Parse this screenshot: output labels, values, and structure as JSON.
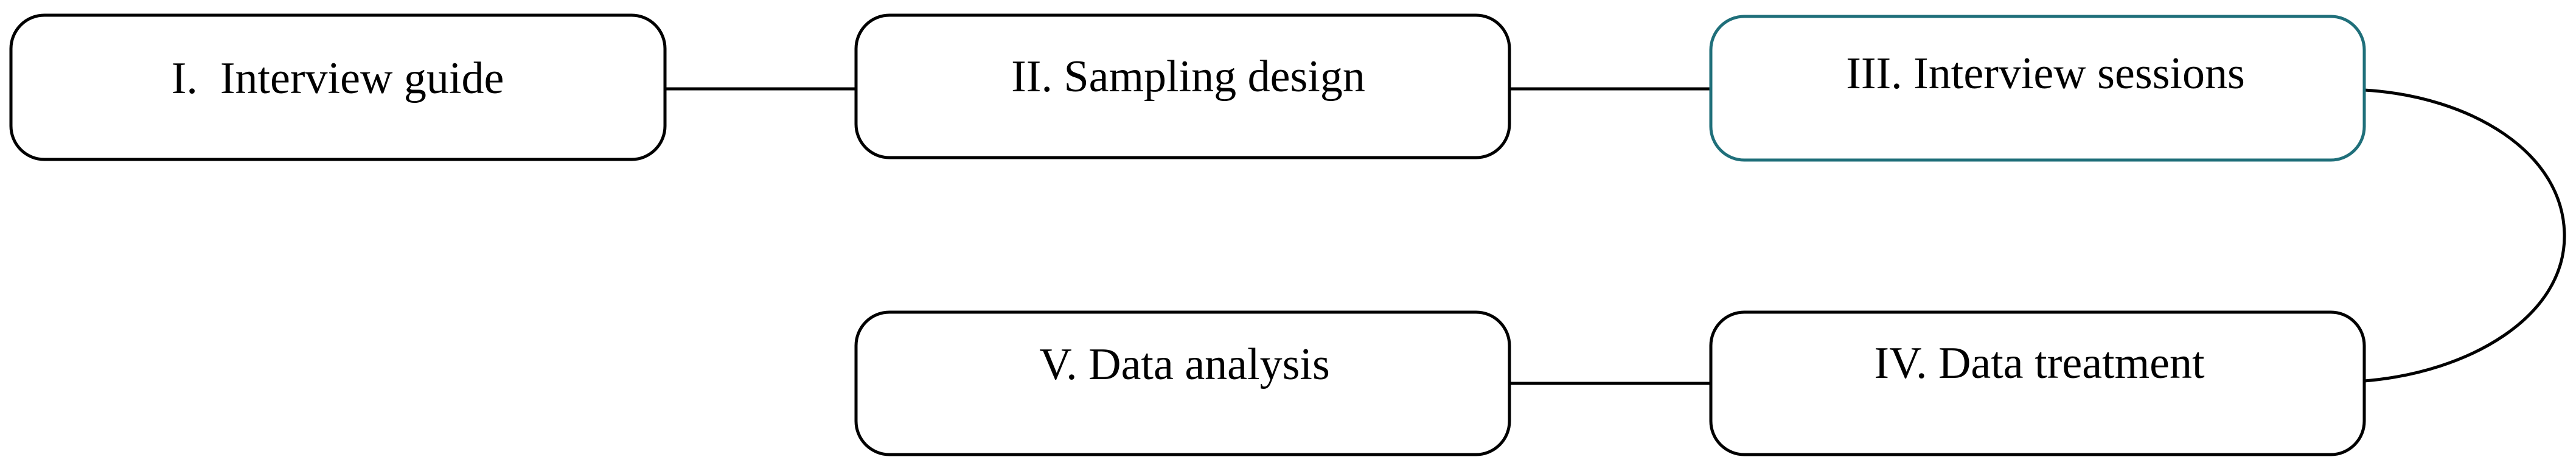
{
  "diagram": {
    "steps": [
      {
        "label": "I.  Interview guide"
      },
      {
        "label": "II. Sampling design"
      },
      {
        "label": "III. Interview sessions"
      },
      {
        "label": "IV. Data treatment"
      },
      {
        "label": "V. Data analysis"
      }
    ],
    "colors": {
      "box_stroke": "#000000",
      "highlight_stroke": "#1f6f7a",
      "connector": "#000000"
    }
  }
}
